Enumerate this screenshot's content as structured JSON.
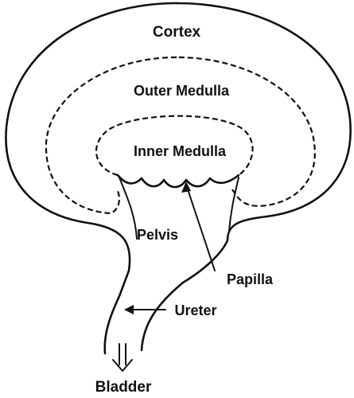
{
  "labels": {
    "cortex": "Cortex",
    "outer_medulla": "Outer Medulla",
    "inner_medulla": "Inner Medulla",
    "pelvis": "Pelvis",
    "papilla": "Papilla",
    "ureter": "Ureter",
    "bladder": "Bladder"
  }
}
